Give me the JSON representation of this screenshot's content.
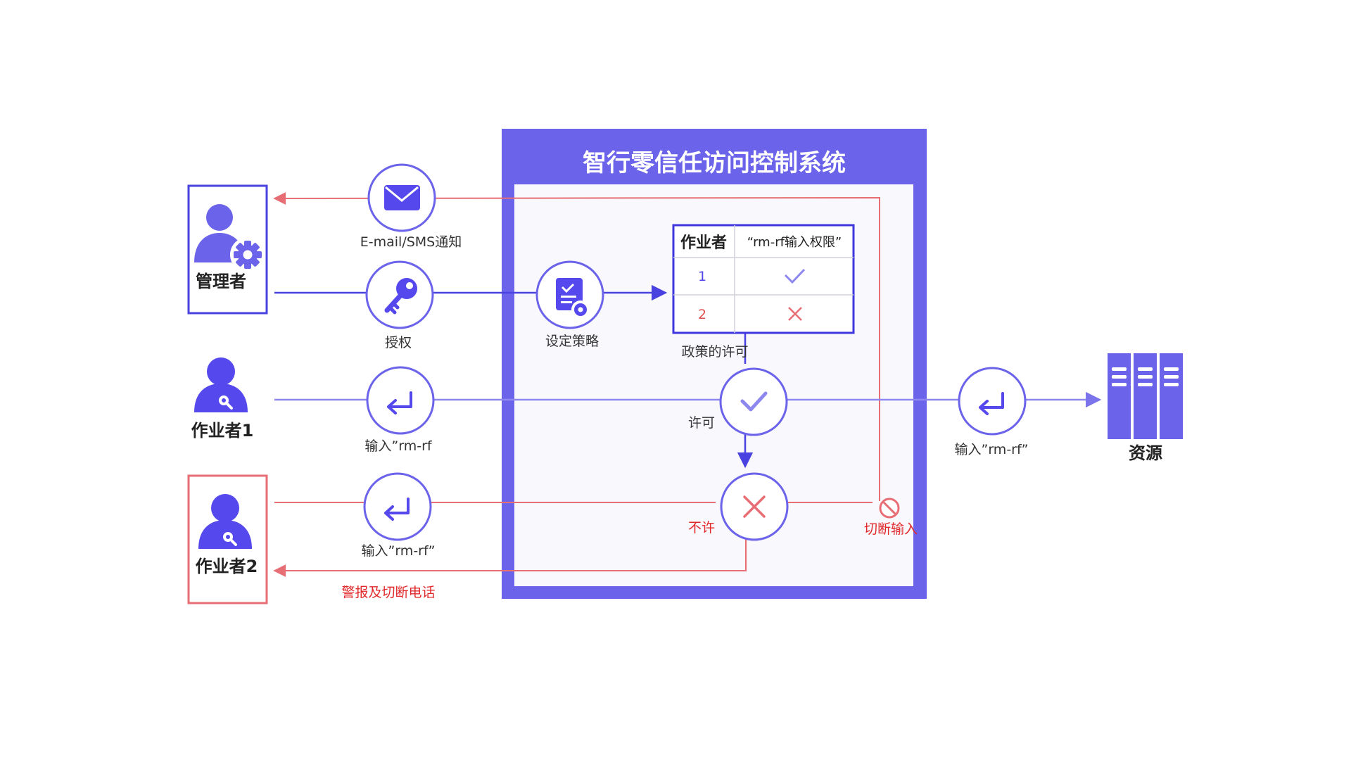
{
  "system": {
    "title": "智行零信任访问控制系统"
  },
  "actors": {
    "admin": "管理者",
    "worker1": "作业者1",
    "worker2": "作业者2",
    "resource": "资源"
  },
  "labels": {
    "notify": "E-mail/SMS通知",
    "grant": "授权",
    "set_policy": "设定策略",
    "policy_permit": "政策的许可",
    "input_worker1": "输入”rm-rf",
    "input_worker2": "输入”rm-rf”",
    "permit": "许可",
    "input_resource": "输入”rm-rf”",
    "deny": "不许",
    "cut_input": "切断输入",
    "alarm": "警报及切断电话"
  },
  "policy_table": {
    "headers": [
      "作业者",
      "“rm-rf输入权限”"
    ],
    "rows": [
      {
        "id": "1",
        "status": "allowed"
      },
      {
        "id": "2",
        "status": "denied"
      }
    ]
  },
  "icons": {
    "admin": "admin-user-gear-icon",
    "worker": "worker-user-wrench-icon",
    "resource": "server-rack-icon",
    "notify": "envelope-icon",
    "grant": "key-icon",
    "set_policy": "document-gear-icon",
    "input": "enter-return-icon",
    "permit": "check-icon",
    "deny": "cross-icon",
    "cut": "prohibited-icon"
  },
  "colors": {
    "primary": "#6b63ea",
    "deep_blue": "#3f37dd",
    "light_blue": "#8d87ef",
    "red": "#e86e76",
    "alert_red": "#e0282a"
  }
}
